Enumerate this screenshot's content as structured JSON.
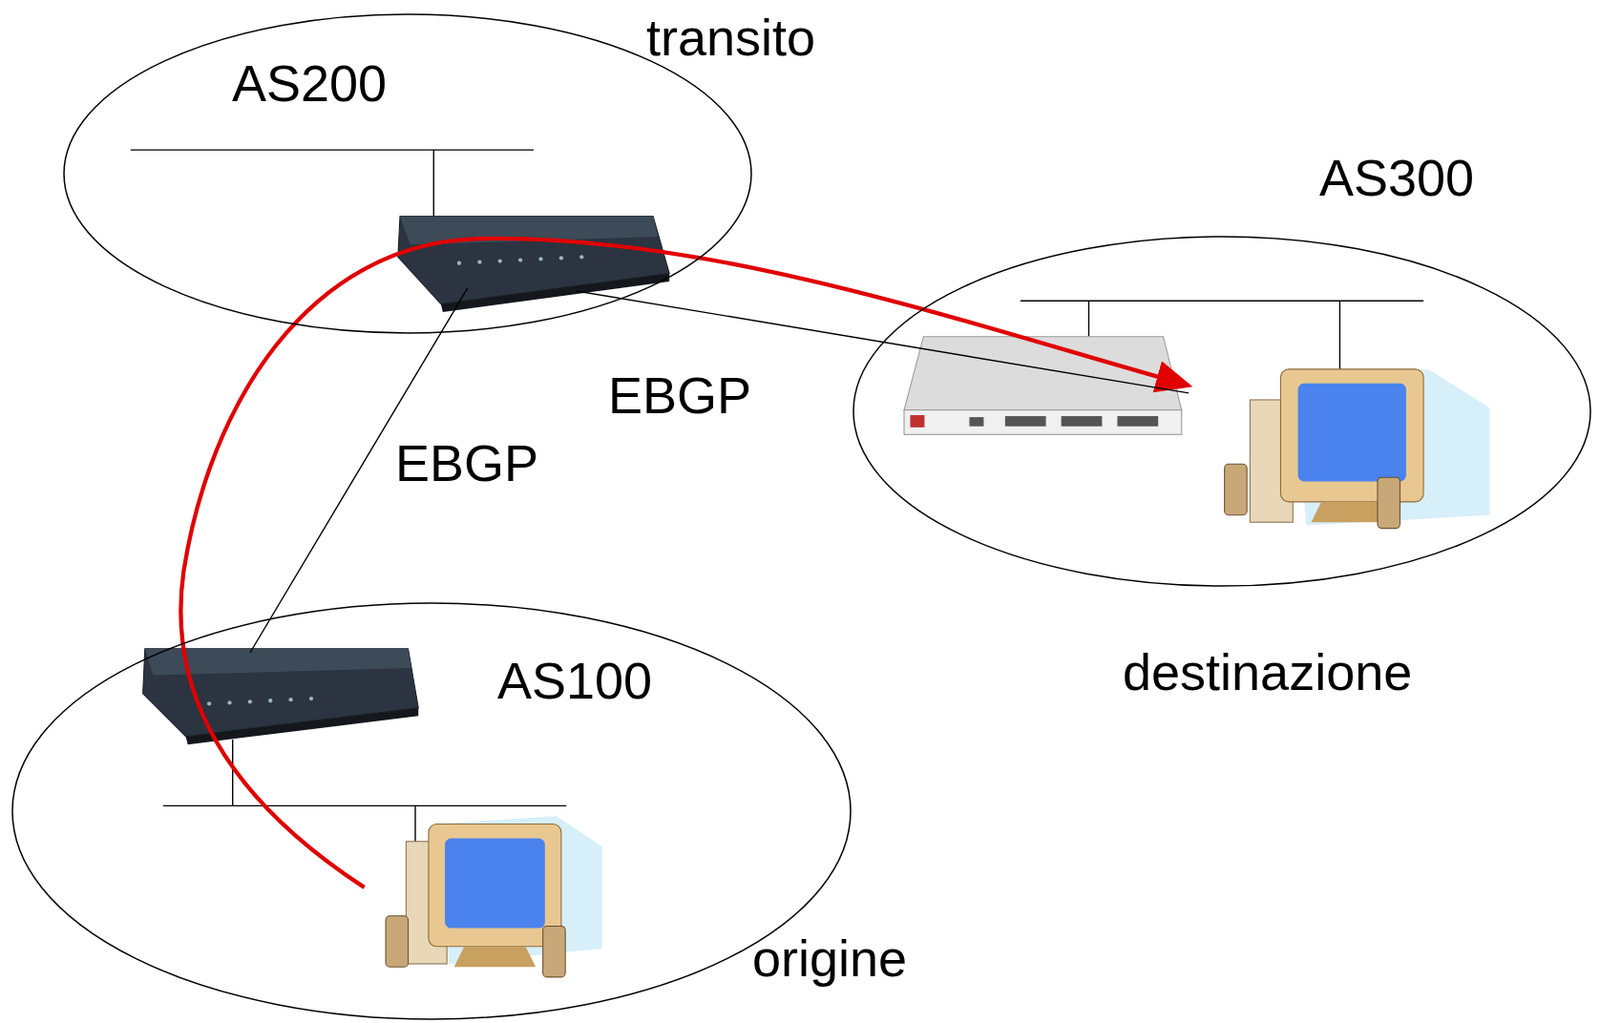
{
  "diagram": {
    "nodes": [
      {
        "text": [
          "AS200"
        ]
      },
      {
        "text": [
          "AS300"
        ]
      },
      {
        "text": [
          "AS100"
        ]
      }
    ],
    "edges": [
      {
        "from": 0,
        "to": 2,
        "label": "EBGP",
        "arrow": "none"
      },
      {
        "from": 0,
        "to": 1,
        "label": "EBGP",
        "arrow": "none"
      }
    ],
    "labels": [
      "transito",
      "destinazione",
      "origine"
    ]
  }
}
